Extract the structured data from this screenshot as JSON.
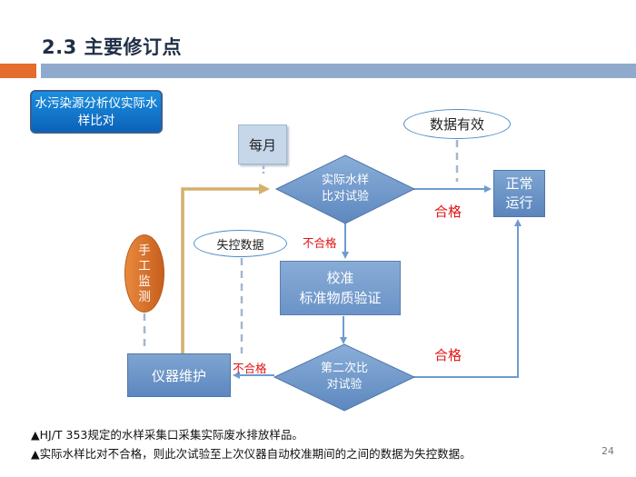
{
  "title": "2.3  主要修订点",
  "topic_box": "水污染源分析仪实际水样比对",
  "nodes": {
    "monthly": "每月",
    "comparison_test": [
      "实际水样",
      "比对试验"
    ],
    "normal_operation": [
      "正常",
      "运行"
    ],
    "calibration": [
      "校准",
      "标准物质验证"
    ],
    "second_comparison": [
      "第二次比",
      "对试验"
    ],
    "instrument_maintenance": "仪器维护",
    "manual_monitoring": [
      "手",
      "工",
      "监",
      "测"
    ],
    "data_valid": "数据有效",
    "data_out_of_control": "失控数据"
  },
  "edge_labels": {
    "pass_1": "合格",
    "fail_1": "不合格",
    "pass_2": "合格",
    "fail_2": "不合格"
  },
  "notes": [
    "▲HJ/T  353规定的水样采集口采集实际废水排放样品。",
    "▲实际水样比对不合格，则此次试验至上次仪器自动校准期间的之间的数据为失控数据。"
  ],
  "page_number": "24",
  "colors": {
    "title_text": "#1f2f45",
    "accent_orange": "#e46c2c",
    "header_blue": "#8faacc",
    "node_blue": "#6b93c8",
    "arrow_blue": "#6f9bd0",
    "arrow_gold": "#d4b06a",
    "label_red": "#e31414"
  }
}
